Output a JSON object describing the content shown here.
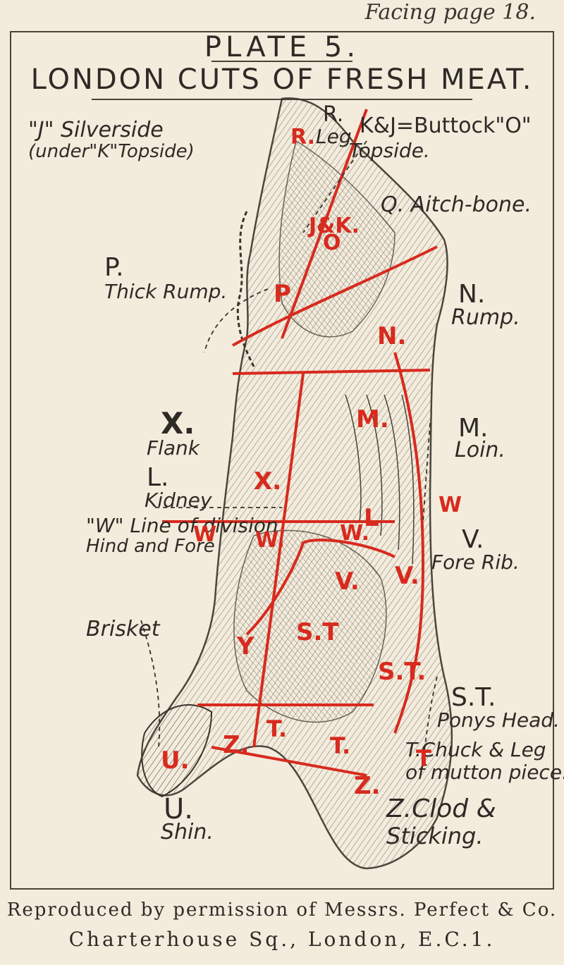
{
  "header": {
    "facing": "Facing page 18."
  },
  "title": {
    "plate": "PLATE 5.",
    "main": "LONDON CUTS OF FRESH MEAT."
  },
  "labels": {
    "silverside_1": "\"J\" Silverside",
    "silverside_2": "(under\"K\"Topside)",
    "leg_r": "R.",
    "leg": "Leg",
    "buttock": "K&J=Buttock\"O\"",
    "topside": "Topside.",
    "aitch": "Q. Aitch-bone.",
    "p": "P.",
    "thick_rump": "Thick Rump.",
    "n": "N.",
    "rump": "Rump.",
    "x": "X.",
    "flank": "Flank",
    "m": "M.",
    "loin": "Loin.",
    "l": "L.",
    "kidney": "Kidney",
    "w_line_1": "\"W\" Line of division",
    "w_line_2": "Hind and Fore",
    "v": "V.",
    "fore_rib": "Fore Rib.",
    "brisket": "Brisket",
    "st": "S.T.",
    "ponys_head": "Ponys Head.",
    "chuck": "T.Chuck & Leg",
    "mutton": "of mutton piece.",
    "u": "U.",
    "shin": "Shin.",
    "z_clod": "Z.Clod &",
    "sticking": "Sticking."
  },
  "markers": {
    "r": "R.",
    "jk": "J&K.",
    "o": "O",
    "p": "P",
    "n": "N.",
    "m": "M.",
    "x": "X.",
    "l": "L",
    "w_a": "W",
    "w_b": "W.",
    "w_c": "W.",
    "w_d": "W",
    "v_a": "V.",
    "v_b": "V.",
    "y": "Y",
    "st_a": "S.T",
    "st_b": "S.T.",
    "t_a": "T.",
    "t_b": "T.",
    "t_c": "T",
    "z_a": "Z.",
    "z_b": "Z.",
    "u": "U."
  },
  "footer": {
    "line1": "Reproduced by permission of Messrs. Perfect & Co.",
    "line2": "Charterhouse Sq., London, E.C.1."
  },
  "colors": {
    "ink": "#2e2a26",
    "accent_red": "#d82a1e",
    "paper": "#f3ecdc"
  }
}
